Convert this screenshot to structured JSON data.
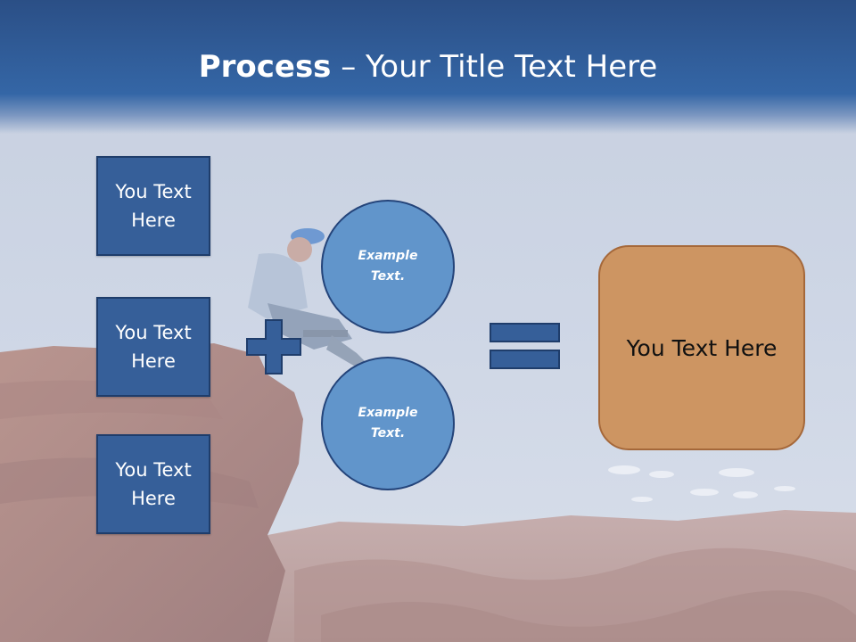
{
  "title": {
    "bold": "Process",
    "rest": " – Your Title Text Here"
  },
  "left_boxes": [
    "You Text Here",
    "You Text Here",
    "You Text Here"
  ],
  "circles": [
    "Example Text.",
    "Example Text."
  ],
  "result": "You Text Here",
  "symbols": {
    "plus": "plus-icon",
    "equals": "equals-icon"
  },
  "colors": {
    "header": "#2b4f86",
    "box_fill": "#365f99",
    "circle_fill": "#6195cb",
    "result_fill": "#cd9562",
    "symbol": "#365f99"
  }
}
